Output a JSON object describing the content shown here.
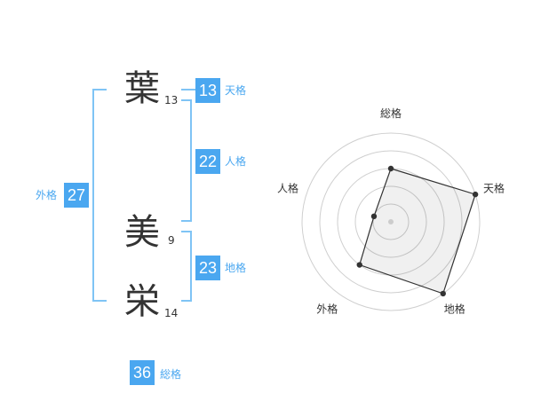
{
  "name": [
    {
      "char": "葉",
      "strokes": "13"
    },
    {
      "char": "美",
      "strokes": "9"
    },
    {
      "char": "栄",
      "strokes": "14"
    }
  ],
  "fortune": {
    "tenkaku": {
      "label": "天格",
      "value": "13"
    },
    "jinkaku": {
      "label": "人格",
      "value": "22"
    },
    "chikaku": {
      "label": "地格",
      "value": "23"
    },
    "gaikaku": {
      "label": "外格",
      "value": "27"
    },
    "soukaku": {
      "label": "総格",
      "value": "36"
    }
  },
  "colors": {
    "accent": "#4aa7f0",
    "bracket": "#7fc4f5",
    "text": "#333333"
  },
  "chart_data": {
    "type": "radar",
    "axes": [
      "総格",
      "天格",
      "地格",
      "外格",
      "人格"
    ],
    "values": [
      3,
      5,
      5,
      3,
      1
    ],
    "max": 5
  }
}
